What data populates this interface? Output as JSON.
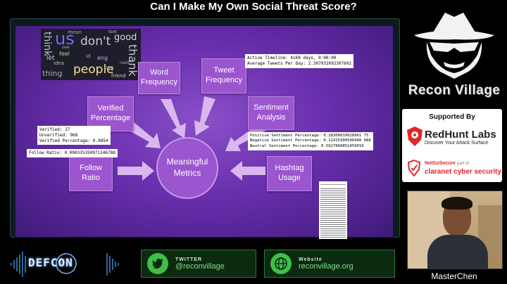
{
  "stream": {
    "title": "Can I Make My Own Social Threat Score?"
  },
  "slide": {
    "wordcloud": [
      "people",
      "think",
      "don't",
      "mean",
      "good",
      "us",
      "idea",
      "friend",
      "thing",
      "text",
      "feel",
      "let",
      "thank",
      "eng",
      "id",
      "realli",
      "one",
      "see"
    ],
    "boxes": {
      "word_frequency": "Word Frequency",
      "tweet_frequency": "Tweet Frequency",
      "verified_percentage": "Verified Percentage",
      "sentiment_analysis": "Sentiment Analysis",
      "follow_ratio": "Follow Ratio",
      "hashtag_usage": "Hashtag Usage",
      "center": "Meaningful Metrics"
    },
    "notes": {
      "timeline": "Active Timeline: 4160 days, 0:00:00\nAverage Tweets Per Day: 2.307932692307692",
      "verified": "Verified: 27\nUnverified: 968\nVerified Percentage: 0.0854",
      "follow": "Follow Ratio: 0.000335350971246788",
      "sentiment": "Positive Sentiment Percentage: 0.28306010928961 75\nNegative Sentiment Percentage: 0.12415300546448 088\nNeutral Sentiment Percentage: 0.5927868852459016"
    }
  },
  "sidebar": {
    "brand": "Recon Village",
    "supported_by": "Supported By",
    "sponsor1_name": "RedHunt Labs",
    "sponsor1_tagline": "Discover Your Attack Surface",
    "sponsor2_name": "NotSoSecure",
    "sponsor2_part": "part of",
    "sponsor2_parent": "claranet cyber security",
    "speaker": "MasterChen"
  },
  "footer": {
    "defcon": "DEFCON",
    "twitter_label": "TWITTER",
    "twitter_handle": "@reconvillage",
    "website_label": "Website",
    "website_url": "reconvillage.org"
  },
  "colors": {
    "accent_green": "#3fbf49",
    "box_purple": "#9b55cf",
    "brand_red": "#e3262b"
  }
}
